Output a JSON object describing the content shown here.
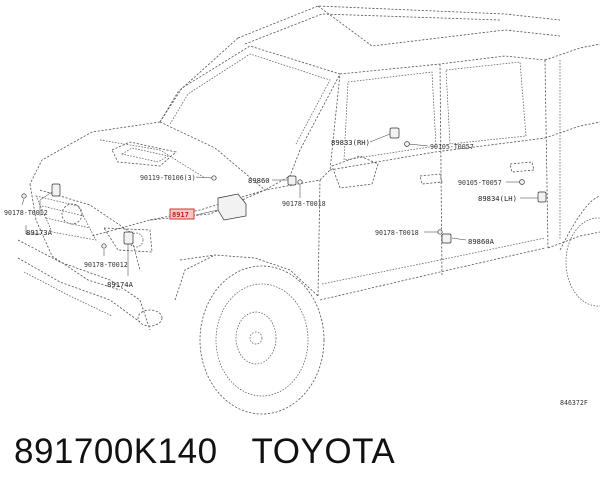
{
  "diagram": {
    "labels": {
      "l_89833rh": "89833(RH)",
      "l_90105_t0057a": "90105-T0057",
      "l_90119": "90119-T0106(3)",
      "l_89860": "89860",
      "l_90105_t0057b": "90105-T0057",
      "l_89834lh": "89834(LH)",
      "l_90178_t0012a": "90178-T0012",
      "l_89173a": "89173A",
      "l_89170": "8917",
      "l_90178_t0018a": "90178-T0018",
      "l_90178_t0018b": "90178-T0018",
      "l_89860a": "89860A",
      "l_90178_t0012b": "90178-T0012",
      "l_89174a": "89174A",
      "l_ref": "846372F"
    },
    "highlight_color": "#d8342f"
  },
  "caption": {
    "part_number": "891700K140",
    "brand": "TOYOTA"
  }
}
